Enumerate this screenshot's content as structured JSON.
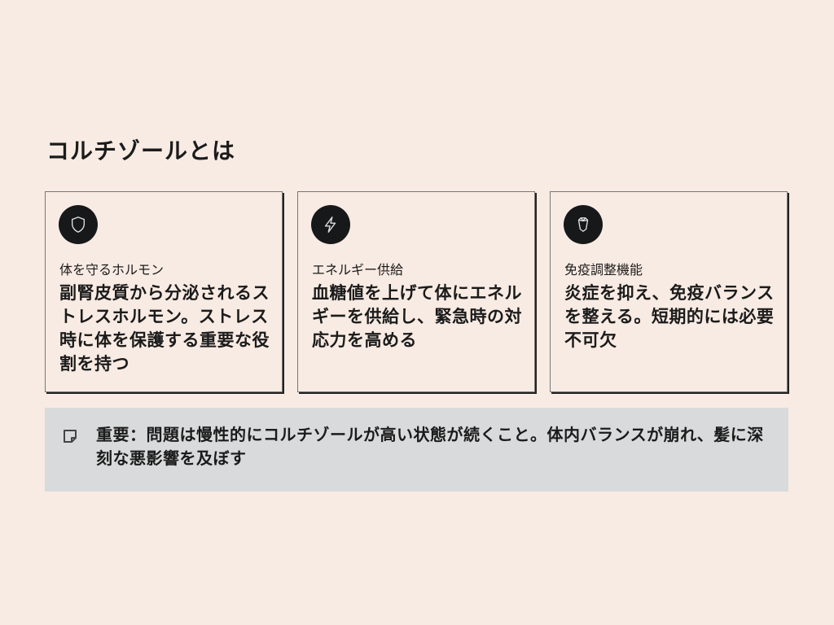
{
  "title": "コルチゾールとは",
  "cards": [
    {
      "icon": "shield-icon",
      "subtitle": "体を守るホルモン",
      "body": "副腎皮質から分泌されるストレスホルモン。ストレス時に体を保護する重要な役割を持つ"
    },
    {
      "icon": "lightning-icon",
      "subtitle": "エネルギー供給",
      "body": "血糖値を上げて体にエネルギーを供給し、緊急時の対応力を高める"
    },
    {
      "icon": "lotus-icon",
      "subtitle": "免疫調整機能",
      "body": "炎症を抑え、免疫バランスを整える。短期的には必要不可欠"
    }
  ],
  "note": {
    "icon": "sticky-note-icon",
    "text": "重要：問題は慢性的にコルチゾールが高い状態が続くこと。体内バランスが崩れ、髪に深刻な悪影響を及ぼす"
  }
}
